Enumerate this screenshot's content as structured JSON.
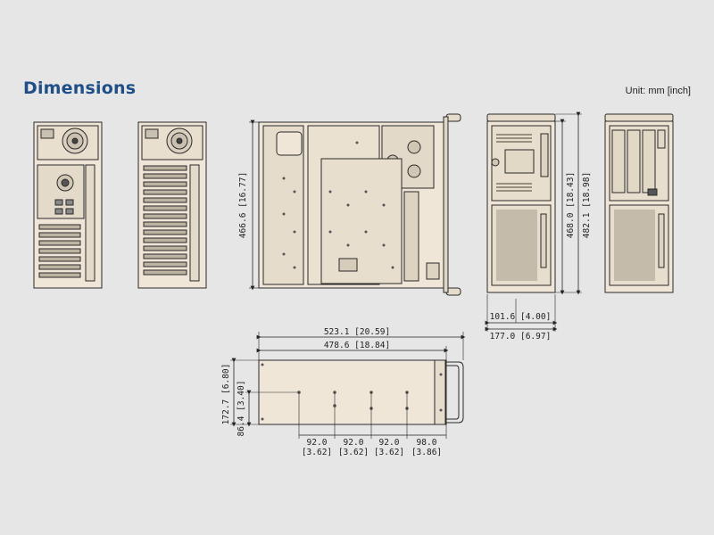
{
  "header": {
    "title": "Dimensions",
    "unit": "Unit: mm [inch]"
  },
  "dimensions": {
    "top_depth": "466.6 [16.77]",
    "front_height_468": "468.0 [18.43]",
    "front_height_482": "482.1 [18.98]",
    "front_w_101": "101.6 [4.00]",
    "front_w_177": "177.0 [6.97]",
    "side_523": "523.1 [20.59]",
    "side_478": "478.6 [18.84]",
    "side_h_172": "172.7 [6.80]",
    "side_h_86": "86.4 [3.40]",
    "spacing": [
      {
        "mm": "92.0",
        "inch": "[3.62]"
      },
      {
        "mm": "92.0",
        "inch": "[3.62]"
      },
      {
        "mm": "92.0",
        "inch": "[3.62]"
      },
      {
        "mm": "98.0",
        "inch": "[3.86]"
      }
    ]
  },
  "colors": {
    "background": "#e6e6e6",
    "chassis": "#efe6d8",
    "outline": "#2a2a2a",
    "title": "#1f4f86"
  }
}
